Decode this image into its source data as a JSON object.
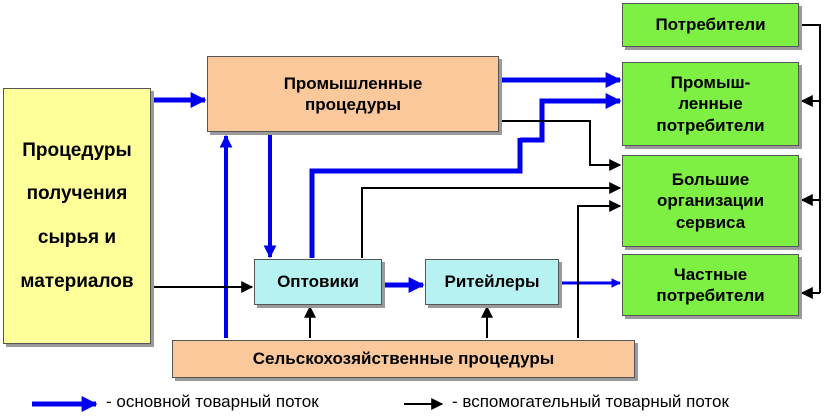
{
  "nodes": {
    "raw_materials": "Процедуры\nполучения\nсырья и\nматериалов",
    "industrial": "Промышленные\nпроцедуры",
    "agricultural": "Сельскохозяйственные процедуры",
    "wholesalers": "Оптовики",
    "retailers": "Ритейлеры",
    "consumers": "Потребители",
    "industrial_consumers": "Промыш-\nленные\nпотребители",
    "service_orgs": "Большие\nорганизации\nсервиса",
    "private_consumers": "Частные\nпотребители"
  },
  "legend": {
    "main_flow": "- основной товарный поток",
    "aux_flow": "- вспомогательный товарный поток"
  },
  "colors": {
    "main_flow": "#0000ee",
    "aux_flow": "#000000",
    "box_yellow": "#ffff99",
    "box_orange": "#fac89a",
    "box_cyan": "#b7f2f2",
    "box_green": "#7ef043"
  }
}
